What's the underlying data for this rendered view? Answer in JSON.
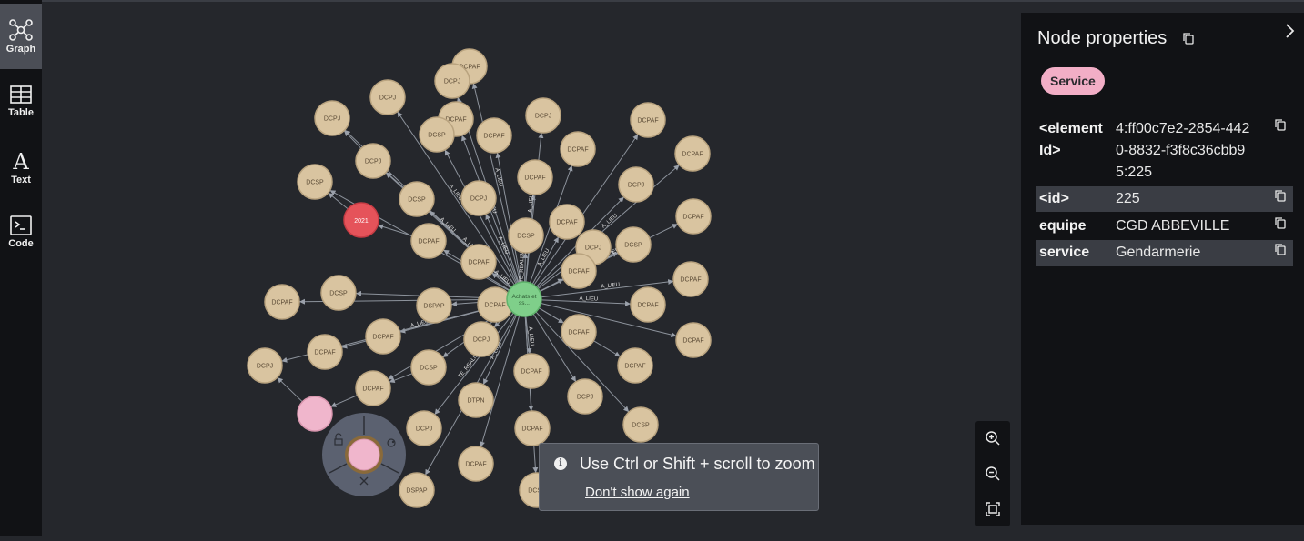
{
  "sidebar": {
    "items": [
      {
        "label": "Graph",
        "icon": "graph-icon",
        "active": true
      },
      {
        "label": "Table",
        "icon": "table-icon",
        "active": false
      },
      {
        "label": "Text",
        "icon": "text-icon",
        "active": false
      },
      {
        "label": "Code",
        "icon": "code-icon",
        "active": false
      }
    ]
  },
  "graph": {
    "center": {
      "label": "Achats et ss...",
      "color": "#7fcf8a"
    },
    "year_node": {
      "label": "2021",
      "color": "#e5535a"
    },
    "node_color": "#d9c4a0",
    "selected_color": "#f0b6cc",
    "relationship_labels": [
      "A_LIEU",
      "A_LIEU",
      "A_LIEU",
      "A_LIEU",
      "A_LIEU",
      "A_LIEU",
      "A_LIEU",
      "A_LIEU",
      "A_LIEU",
      "A_LIEU",
      "A_LIEU",
      "A_LIEU",
      "A_LIEU",
      "A_LIEU",
      "A_LIEU",
      "A_LIEU",
      "A_LIEU",
      "A_LIEU",
      "A_LIEU",
      "A_LIEU",
      "TE_REALISE",
      "TRAITE"
    ],
    "nodes": [
      "DCPAF",
      "DCPJ",
      "DCPJ",
      "DCPJ",
      "DCPAF",
      "DCPAF",
      "DCPJ",
      "DCSP",
      "DCPAF",
      "DCPAF",
      "DCPJ",
      "DCSP",
      "DCPAF",
      "DCPJ",
      "DCPJ",
      "DCPAF",
      "DCSP",
      "DCPAF",
      "DCPAF",
      "DCPJ",
      "DCSP",
      "DCPAF",
      "DCPAF",
      "DCSP",
      "DCPAF",
      "DCSP",
      "DCPAF",
      "DSPAP",
      "DCPAF",
      "DCPAF",
      "DCPAF",
      "DCPAF",
      "DCPJ",
      "DCPAF",
      "DCPAF",
      "DCPJ",
      "DCPAF",
      "DCSP",
      "DCPAF",
      "DCPJ",
      "DTPN",
      "DCSP",
      "DCPJ",
      "DCPAF",
      "DCPAF",
      "DSPAP",
      "DCPAF",
      "DCPAF",
      "DCSP"
    ]
  },
  "zoom_controls": {
    "icons": [
      "zoom-in-icon",
      "zoom-out-icon",
      "fit-view-icon"
    ]
  },
  "toast": {
    "message": "Use Ctrl or Shift + scroll to zoom",
    "link": "Don't show again"
  },
  "panel": {
    "title": "Node properties",
    "badge": "Service",
    "badge_color": "#f2aec6",
    "properties": [
      {
        "key": "<element Id>",
        "value": "4:ff00c7e2-2854-4420-8832-f3f8c36cbb95:225"
      },
      {
        "key": "<id>",
        "value": "225"
      },
      {
        "key": "equipe",
        "value": "CGD ABBEVILLE"
      },
      {
        "key": "service",
        "value": "Gendarmerie"
      }
    ]
  }
}
